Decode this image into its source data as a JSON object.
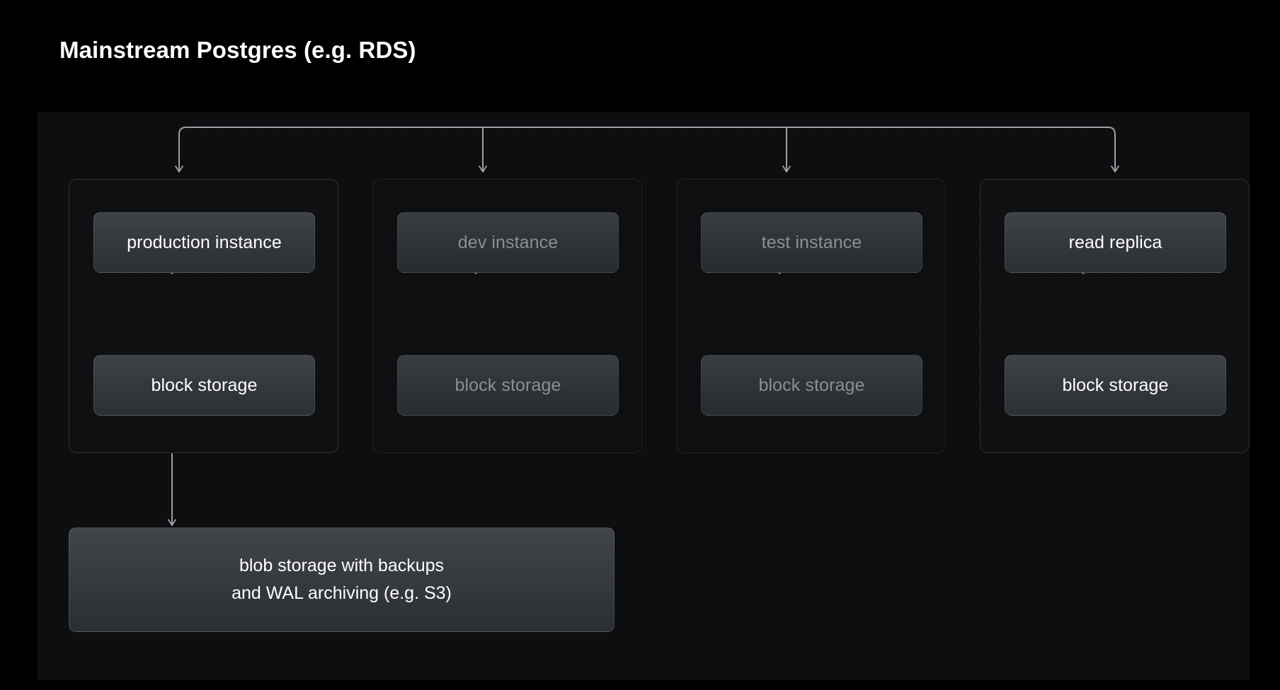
{
  "title": "Mainstream Postgres (e.g. RDS)",
  "diagram": {
    "type": "architecture-tree",
    "columns": [
      {
        "id": "production",
        "instance": "production instance",
        "storage": "block storage",
        "state": "active"
      },
      {
        "id": "dev",
        "instance": "dev instance",
        "storage": "block storage",
        "state": "dimmed"
      },
      {
        "id": "test",
        "instance": "test instance",
        "storage": "block storage",
        "state": "dimmed"
      },
      {
        "id": "replica",
        "instance": "read replica",
        "storage": "block storage",
        "state": "active"
      }
    ],
    "blob": {
      "line1": "blob storage with backups",
      "line2": "and WAL archiving (e.g. S3)"
    },
    "connectors": {
      "bus_label": "fan-out bus to four instance groups",
      "instance_storage_link": "bidirectional arrow",
      "backup_link": "production block storage to blob storage"
    },
    "colors": {
      "background": "#000000",
      "panel": "#0d0e0f",
      "card_top": "#3f4248",
      "card_bottom": "#2c2f34",
      "text_active": "#ffffff",
      "text_dimmed": "#8b8f94",
      "wire": "#9ba0a6"
    }
  }
}
